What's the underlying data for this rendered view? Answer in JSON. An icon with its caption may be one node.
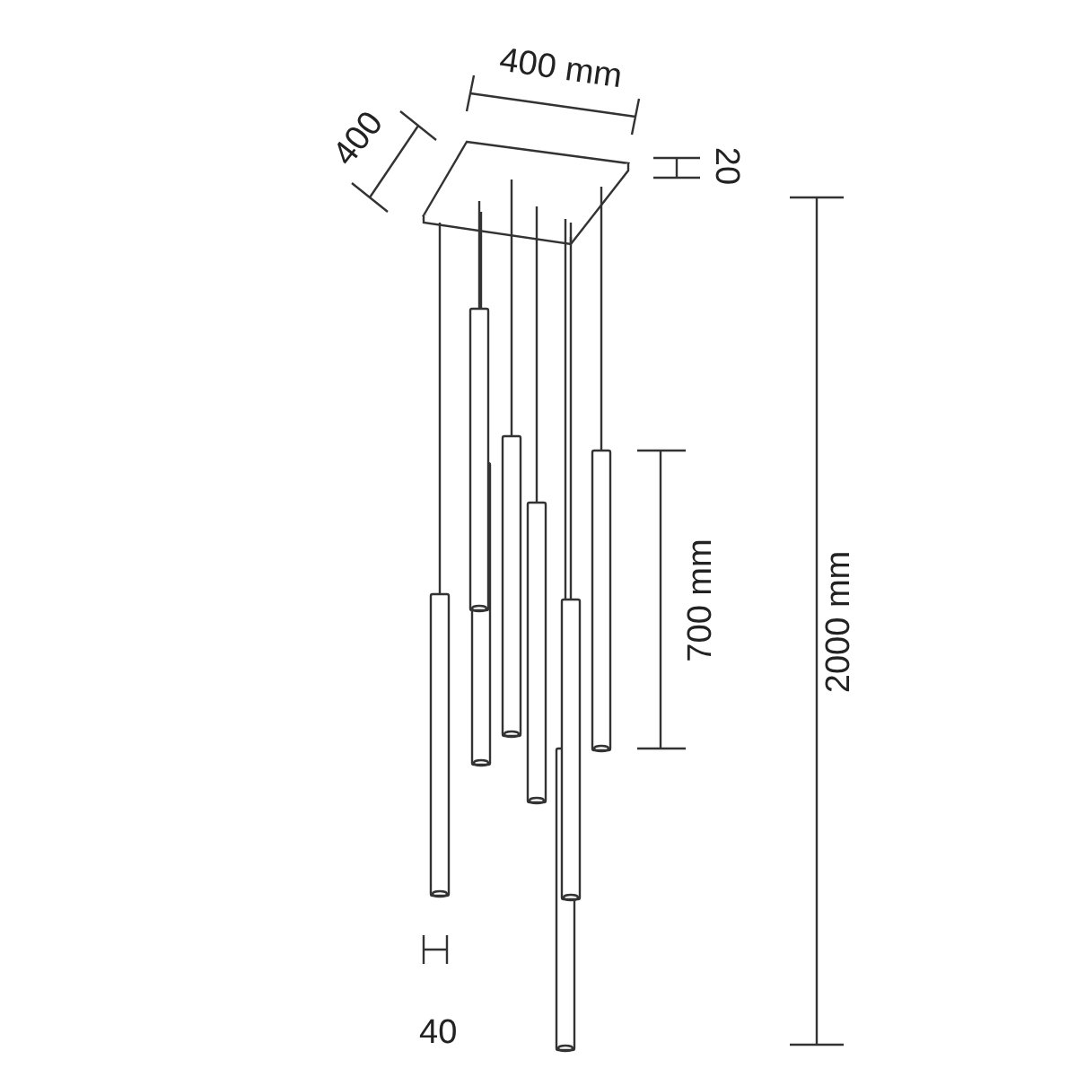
{
  "diagram": {
    "labels": [
      "400 mm",
      "400",
      "20",
      "700 mm",
      "2000 mm",
      "40"
    ]
  }
}
